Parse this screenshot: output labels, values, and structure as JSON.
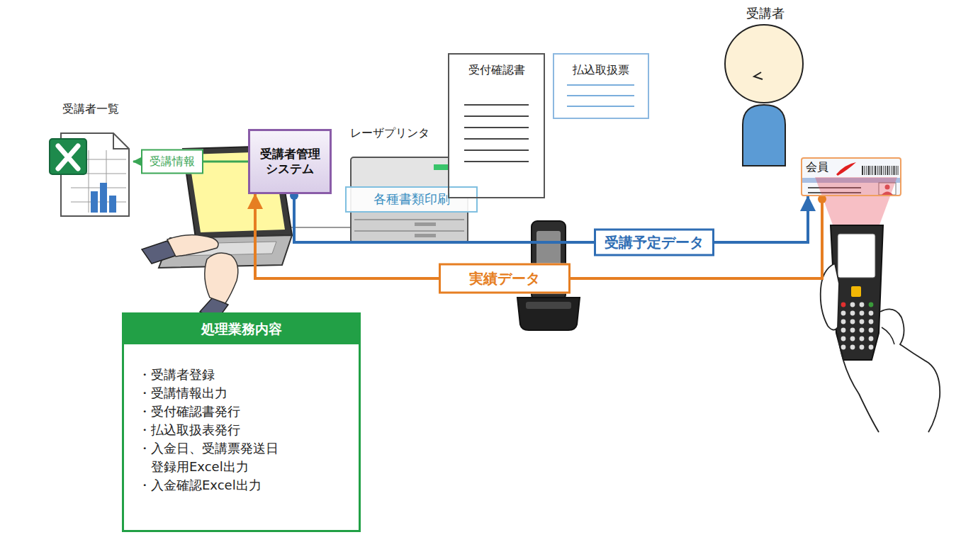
{
  "diagram": {
    "nodes": [
      {
        "text": [
          "受講者一覧"
        ]
      },
      {
        "text": [
          "受講者管理 システム"
        ]
      },
      {
        "text": [
          "レーザプリンタ"
        ]
      },
      {
        "text": [
          "各種書類印刷"
        ],
        "in": 2
      },
      {
        "text": [
          "受付確認書"
        ]
      },
      {
        "text": [
          "払込取扱票"
        ]
      },
      {
        "text": [
          "受講者"
        ]
      },
      {
        "text": [
          "会員"
        ]
      },
      {
        "text": [
          "処理業務内容",
          "・受講者登録",
          "・受講情報出力",
          "・受付確認書発行",
          "・払込取扱表発行",
          "・入金日、受講票発送日 登録用Excel出力",
          "・入金確認Excel出力"
        ]
      }
    ],
    "edges": [
      {
        "from": 1,
        "to": 0,
        "label": "受講情報",
        "arrow": "to"
      },
      {
        "from": 1,
        "to": 7,
        "label": "受講予定データ",
        "arrow": "to"
      },
      {
        "from": 7,
        "to": 1,
        "label": "実績データ",
        "arrow": "to"
      }
    ]
  }
}
